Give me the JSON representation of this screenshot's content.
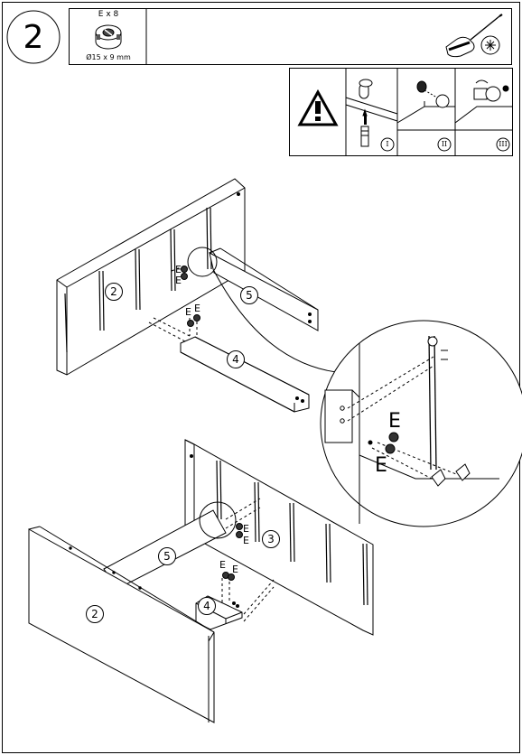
{
  "step": {
    "number": "2"
  },
  "hardware": {
    "quantity": "E x 8",
    "size": "Ø15 x 9 mm"
  },
  "warning": {
    "sub_steps": [
      "I",
      "II",
      "III"
    ]
  },
  "labels": {
    "part_2": "2",
    "part_3": "3",
    "part_4": "4",
    "part_5": "5",
    "fitting": "E"
  }
}
